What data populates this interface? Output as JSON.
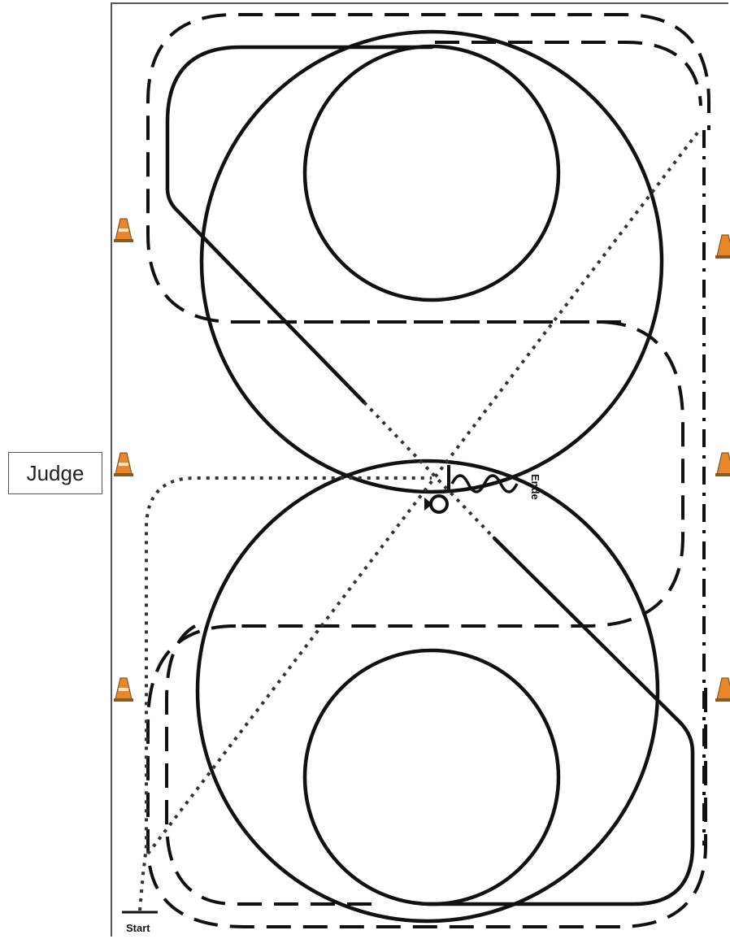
{
  "judge_label": "Judge",
  "start_label": "Start",
  "end_label": "Ende",
  "cone_icon": "traffic-cone-icon",
  "colors": {
    "line": "#111111",
    "cone_orange": "#e8862a",
    "border": "#555555"
  }
}
